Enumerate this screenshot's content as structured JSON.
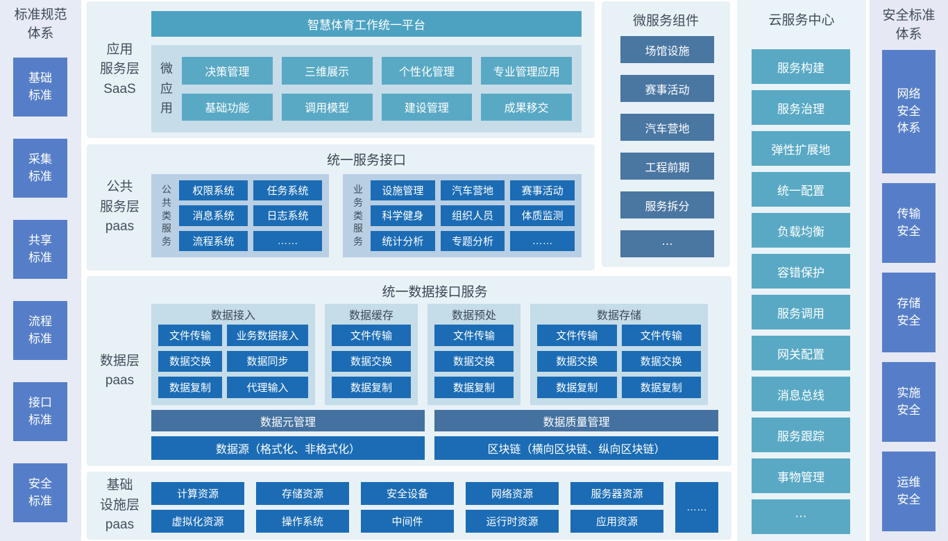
{
  "palette": {
    "section_bg": "#e8f1f6",
    "sidebar_bg": "#e7ebf5",
    "cloud_bg": "#eaf3f7",
    "teal": "#4da2c2",
    "teal_button": "#59a9c5",
    "blue_button": "#1b6cb5",
    "steel_blue": "#4a76a2",
    "steel_bar": "#44719f",
    "indigo_box": "#567ec8",
    "label_text": "#3f4b59"
  },
  "left_sidebar": {
    "title": "标准规范\n体系",
    "items": [
      "基础\n标准",
      "采集\n标准",
      "共享\n标准",
      "流程\n标准",
      "接口\n标准",
      "安全\n标准"
    ]
  },
  "saas_layer": {
    "label": "应用\n服务层\nSaaS",
    "header": "智慧体育工作统一平台",
    "group_label": "微\n应\n用",
    "buttons": [
      "决策管理",
      "三维展示",
      "个性化管理",
      "专业管理应用",
      "基础功能",
      "调用模型",
      "建设管理",
      "成果移交"
    ]
  },
  "public_layer": {
    "label": "公共\n服务层\npaas",
    "title": "统一服务接口",
    "groups": [
      {
        "label": "公\n共\n类\n服\n务",
        "buttons": [
          "权限系统",
          "任务系统",
          "消息系统",
          "日志系统",
          "流程系统",
          "……"
        ]
      },
      {
        "label": "业\n务\n类\n服\n务",
        "buttons": [
          "设施管理",
          "汽车营地",
          "赛事活动",
          "科学健身",
          "组织人员",
          "体质监测",
          "统计分析",
          "专题分析",
          "……"
        ]
      }
    ]
  },
  "data_layer": {
    "label": "数据层\npaas",
    "title": "统一数据接口服务",
    "groups": [
      {
        "title": "数据接入",
        "buttons": [
          "文件传输",
          "业务数据接入",
          "数据交换",
          "数据同步",
          "数据复制",
          "代理输入"
        ]
      },
      {
        "title": "数据缓存",
        "buttons": [
          "文件传输",
          "数据交换",
          "数据复制"
        ]
      },
      {
        "title": "数据预处",
        "buttons": [
          "文件传输",
          "数据交换",
          "数据复制"
        ]
      },
      {
        "title": "数据存储",
        "buttons": [
          "文件传输",
          "文件传输",
          "数据交换",
          "数据交换",
          "数据复制",
          "数据复制"
        ]
      }
    ],
    "bars": [
      "数据元管理",
      "数据质量管理",
      "数据源（格式化、非格式化）",
      "区块链（横向区块链、纵向区块链）"
    ]
  },
  "infra_layer": {
    "label": "基础\n设施层\npaas",
    "row1": [
      "计算资源",
      "存储资源",
      "安全设备",
      "网络资源",
      "服务器资源"
    ],
    "row2": [
      "虚拟化资源",
      "操作系统",
      "中间件",
      "运行时资源",
      "应用资源"
    ],
    "more": "……"
  },
  "microservices": {
    "title": "微服务组件",
    "items": [
      "场馆设施",
      "赛事活动",
      "汽车营地",
      "工程前期",
      "服务拆分",
      "⋯"
    ]
  },
  "cloud_center": {
    "title": "云服务中心",
    "items": [
      "服务构建",
      "服务治理",
      "弹性扩展地",
      "统一配置",
      "负载均衡",
      "容错保护",
      "服务调用",
      "网关配置",
      "消息总线",
      "服务跟踪",
      "事物管理",
      "⋯"
    ]
  },
  "right_sidebar": {
    "title": "安全标准\n体系",
    "items": [
      "网络\n安全\n体系",
      "传输\n安全",
      "存储\n安全",
      "实施\n安全",
      "运维\n安全"
    ]
  }
}
